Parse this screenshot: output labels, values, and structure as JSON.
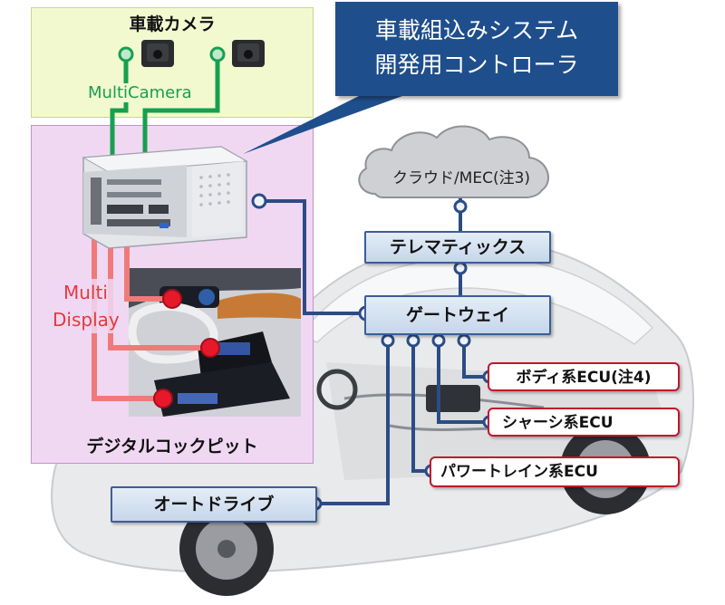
{
  "camera_section": {
    "title": "車載カメラ",
    "link_label": "MultiCamera"
  },
  "controller_callout": {
    "line1": "車載組込みシステム",
    "line2": "開発用コントローラ"
  },
  "cockpit_section": {
    "title": "デジタルコックピット",
    "display_label_line1": "Multi",
    "display_label_line2": "Display"
  },
  "cloud": {
    "label": "クラウド/MEC(注3)"
  },
  "telematics": {
    "label": "テレマティックス"
  },
  "gateway": {
    "label": "ゲートウェイ"
  },
  "ecus": {
    "body": "ボディ系ECU(注4)",
    "chassis": "シャーシ系ECU",
    "powertrain": "パワートレイン系ECU"
  },
  "autodrive": {
    "label": "オートドライブ"
  },
  "colors": {
    "navy": "#1f4e8c",
    "connector_blue": "#2b4c86",
    "camera_green": "#17a04f",
    "display_red": "#e33a3a",
    "ecu_red": "#c0162d",
    "camera_zone": "#f2f9cf",
    "cockpit_zone": "#f0d8f3"
  }
}
